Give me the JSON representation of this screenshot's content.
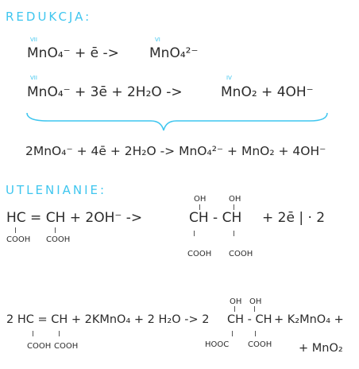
{
  "colors": {
    "accent": "#3fc6ef",
    "ink": "#2b2b2b"
  },
  "reduction": {
    "heading": "REDUKCJA:",
    "eq1": {
      "ox_left": "VII",
      "lhs": "MnO₄⁻ + ē ->",
      "ox_right": "VI",
      "rhs": "MnO₄²⁻"
    },
    "eq2": {
      "ox_left": "VII",
      "lhs": "MnO₄⁻ + 3ē + 2H₂O ->",
      "ox_right": "IV",
      "rhs": "MnO₂ + 4OH⁻"
    },
    "sum": "2MnO₄⁻ + 4ē + 2H₂O -> MnO₄²⁻ + MnO₂ + 4OH⁻"
  },
  "oxidation": {
    "heading": "UTLENIANIE:",
    "lhs": "HC = CH + 2OH⁻ ->",
    "lhs_sub1": "COOH",
    "lhs_sub2": "COOH",
    "rhs_top1": "OH",
    "rhs_top2": "OH",
    "rhs_mid": "CH - CH",
    "rhs_sub1": "COOH",
    "rhs_sub2": "COOH",
    "tail": "+ 2ē | · 2"
  },
  "overall": {
    "lhs": "2 HC = CH + 2KMnO₄ + 2 H₂O -> 2",
    "lhs_sub1": "COOH",
    "lhs_sub2": "COOH",
    "rhs_top1": "OH",
    "rhs_top2": "OH",
    "rhs_mid": "CH - CH",
    "rhs_sub1": "HOOC",
    "rhs_sub2": "COOH",
    "tail1": "+ K₂MnO₄ +",
    "tail2": "+ MnO₂"
  }
}
